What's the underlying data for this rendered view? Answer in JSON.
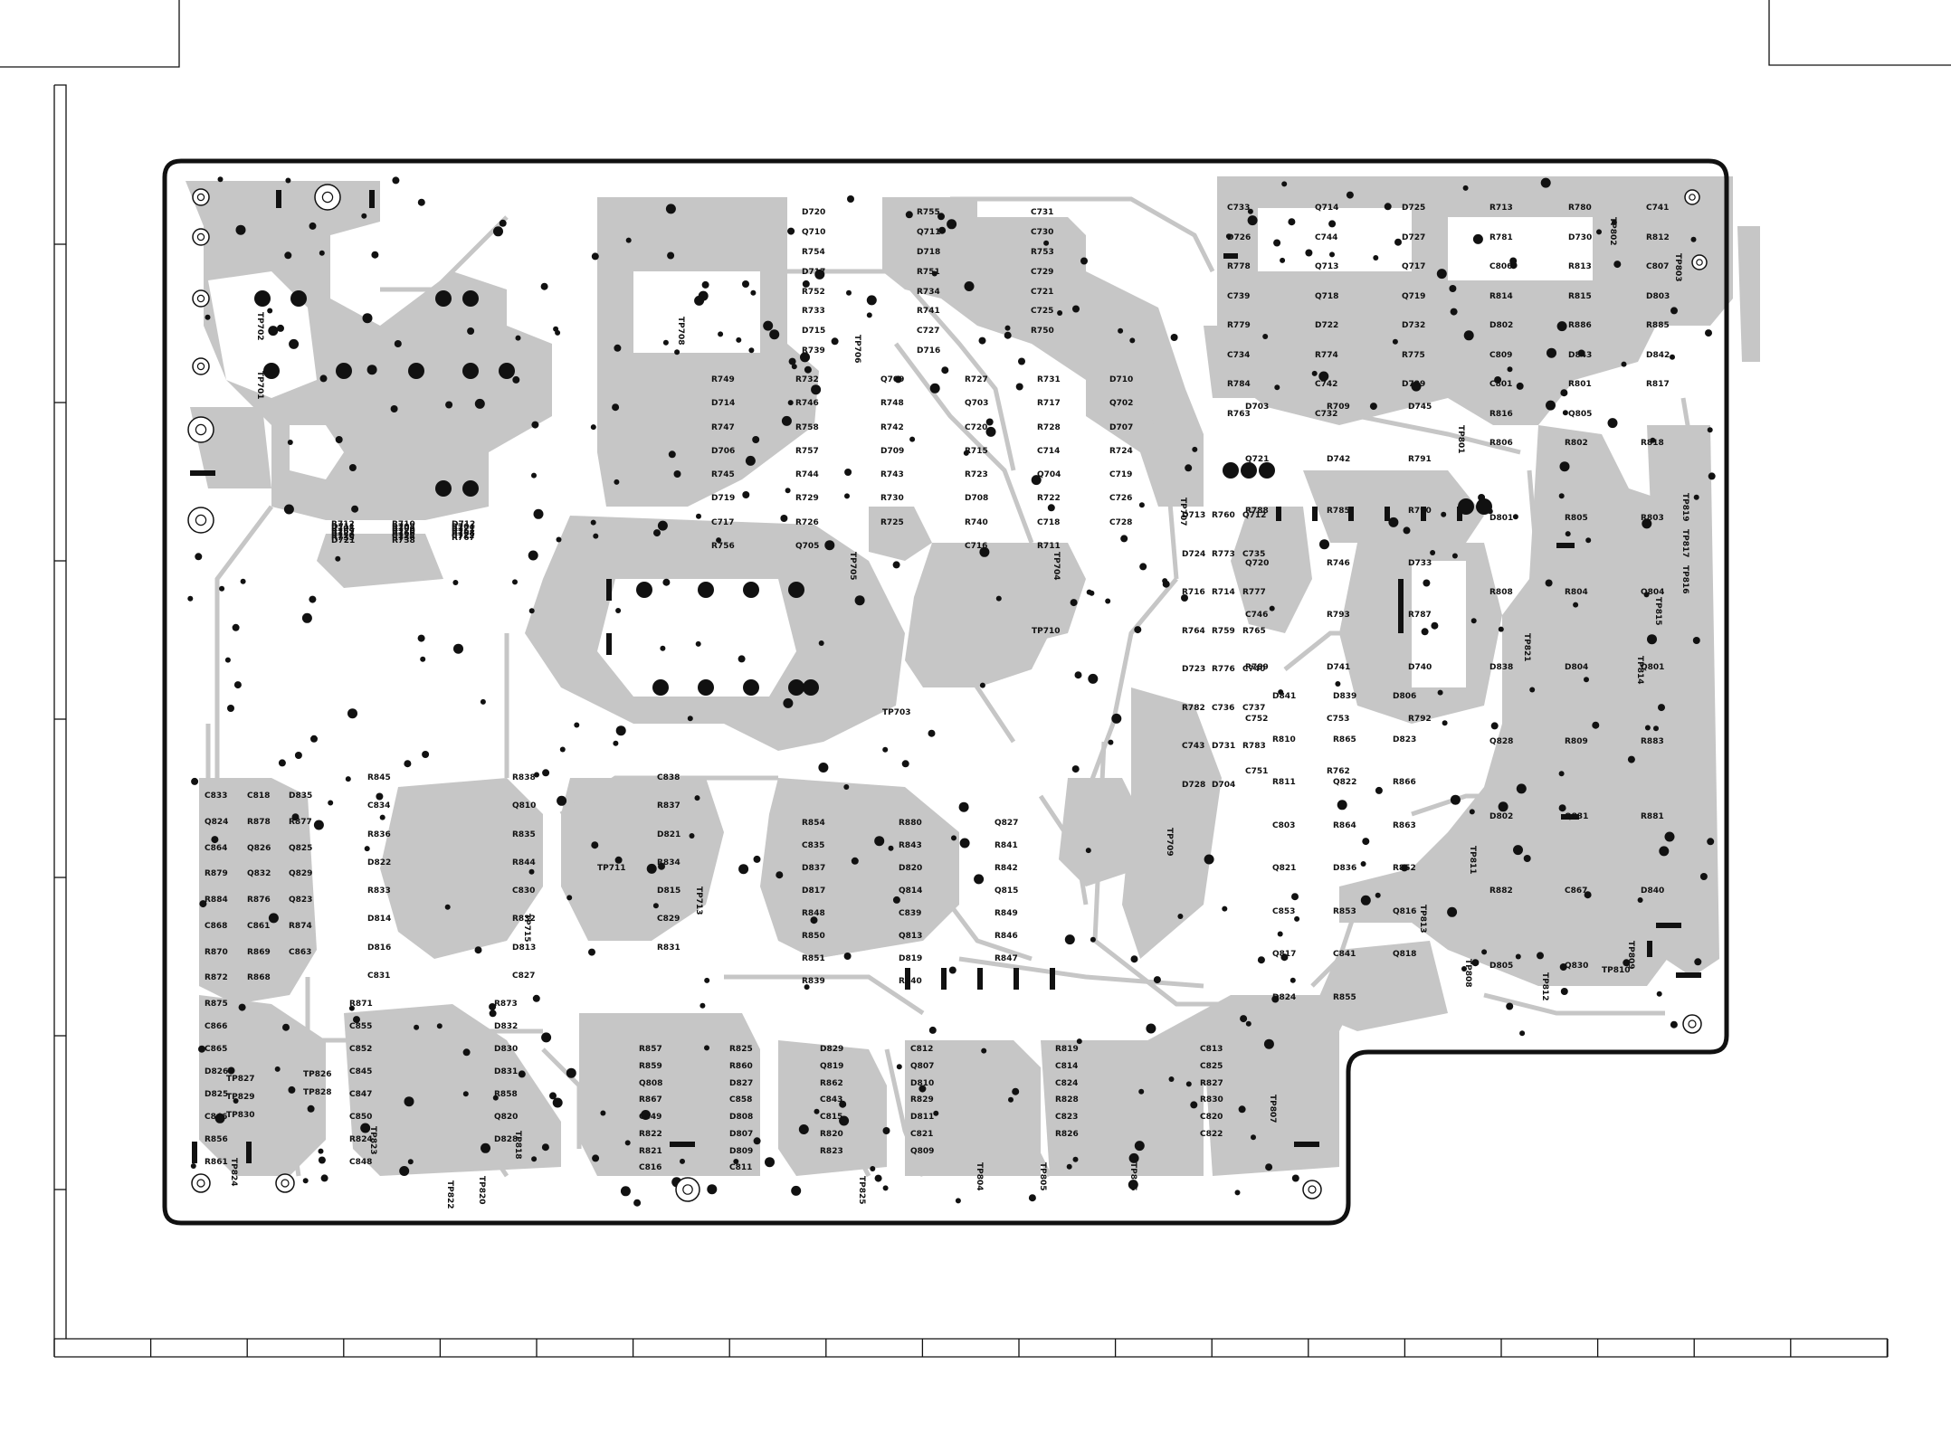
{
  "theme": {
    "copper": "#c6c6c6",
    "pad": "#111111",
    "outline": "#111111",
    "paper": "#ffffff"
  },
  "test_points": {
    "TP702": "TP702",
    "TP701": "TP701",
    "TP708": "TP708",
    "TP706": "TP706",
    "TP705": "TP705",
    "TP704": "TP704",
    "TP707": "TP707",
    "TP710": "TP710",
    "TP703": "TP703",
    "TP709": "TP709",
    "TP711": "TP711",
    "TP713": "TP713",
    "TP715": "TP715",
    "TP802": "TP802",
    "TP803": "TP803",
    "TP801": "TP801",
    "TP819": "TP819",
    "TP817": "TP817",
    "TP816": "TP816",
    "TP815": "TP815",
    "TP814": "TP814",
    "TP821": "TP821",
    "TP811": "TP811",
    "TP813": "TP813",
    "TP809": "TP809",
    "TP808": "TP808",
    "TP812": "TP812",
    "TP810": "TP810",
    "TP807": "TP807",
    "TP806": "TP806",
    "TP805": "TP805",
    "TP804": "TP804",
    "TP825": "TP825",
    "TP818": "TP818",
    "TP820": "TP820",
    "TP822": "TP822",
    "TP823": "TP823",
    "TP824": "TP824",
    "TP826": "TP826",
    "TP827": "TP827",
    "TP828": "TP828",
    "TP829": "TP829",
    "TP830": "TP830"
  },
  "labels": [
    "D720",
    "R755",
    "C731",
    "Q710",
    "Q711",
    "C730",
    "R754",
    "D718",
    "R753",
    "D717",
    "R751",
    "C729",
    "R752",
    "R734",
    "C721",
    "R733",
    "R741",
    "C725",
    "D715",
    "C727",
    "R750",
    "R739",
    "D716",
    "R749",
    "R732",
    "Q709",
    "D714",
    "R746",
    "R748",
    "R747",
    "R758",
    "R742",
    "D706",
    "R757",
    "D709",
    "R745",
    "R744",
    "R743",
    "D719",
    "R729",
    "R730",
    "C717",
    "R726",
    "R725",
    "R756",
    "Q705",
    "R727",
    "R731",
    "D710",
    "Q703",
    "R717",
    "Q702",
    "C720",
    "R728",
    "D707",
    "R715",
    "C714",
    "R724",
    "R723",
    "Q704",
    "C719",
    "D708",
    "R722",
    "C726",
    "R740",
    "C718",
    "C728",
    "C716",
    "R711",
    "R712",
    "R710",
    "D712",
    "D711",
    "R703",
    "R704",
    "R705",
    "R706",
    "R771",
    "R769",
    "R770",
    "R761",
    "R721",
    "R766",
    "R768",
    "R720",
    "C725",
    "C722",
    "R735",
    "R736",
    "R767",
    "D721",
    "R738",
    "D713",
    "R760",
    "Q712",
    "D724",
    "R773",
    "C735",
    "R716",
    "R714",
    "R777",
    "R764",
    "R759",
    "R765",
    "D723",
    "R776",
    "C740",
    "R782",
    "C736",
    "C737",
    "C743",
    "D731",
    "R783",
    "D728",
    "D704",
    "D703",
    "R709",
    "D745",
    "Q721",
    "D742",
    "R791",
    "R788",
    "R785",
    "R790",
    "Q720",
    "R746",
    "D733",
    "C746",
    "R793",
    "R787",
    "R789",
    "D741",
    "D740",
    "C752",
    "C753",
    "R792",
    "C751",
    "R762",
    "C733",
    "Q714",
    "D725",
    "D726",
    "C744",
    "D727",
    "R778",
    "Q713",
    "Q717",
    "C739",
    "Q718",
    "Q719",
    "R779",
    "D722",
    "D732",
    "C734",
    "R774",
    "R775",
    "R784",
    "C742",
    "D729",
    "R763",
    "C732",
    "R713",
    "R780",
    "C741",
    "R781",
    "D730",
    "R812",
    "C806",
    "R813",
    "C807",
    "R814",
    "R815",
    "D803",
    "D802",
    "R886",
    "R885",
    "C809",
    "D843",
    "D842",
    "C801",
    "R801",
    "R817",
    "R816",
    "Q805",
    "R806",
    "R802",
    "R818",
    "D801",
    "R805",
    "R803",
    "R808",
    "R804",
    "Q804",
    "D838",
    "D804",
    "Q801",
    "Q828",
    "R809",
    "R883",
    "D802",
    "Q831",
    "R881",
    "R882",
    "C867",
    "D840",
    "D805",
    "Q830",
    "D841",
    "D839",
    "D806",
    "R810",
    "R865",
    "D823",
    "R811",
    "Q822",
    "R866",
    "C803",
    "R864",
    "R863",
    "Q821",
    "D836",
    "R852",
    "C853",
    "R853",
    "Q816",
    "Q817",
    "C841",
    "Q818",
    "D824",
    "R855",
    "R854",
    "R880",
    "Q827",
    "C835",
    "R843",
    "R841",
    "D837",
    "D820",
    "R842",
    "D817",
    "Q814",
    "Q815",
    "R848",
    "C839",
    "R849",
    "R850",
    "Q813",
    "R846",
    "R851",
    "D819",
    "R847",
    "R839",
    "R840",
    "R845",
    "R838",
    "C838",
    "C834",
    "Q810",
    "R837",
    "R836",
    "R835",
    "D821",
    "D822",
    "R844",
    "R834",
    "R833",
    "C830",
    "D815",
    "D814",
    "R832",
    "C829",
    "D816",
    "D813",
    "R831",
    "C831",
    "C827",
    "C833",
    "C818",
    "D835",
    "Q824",
    "R878",
    "R877",
    "C864",
    "Q826",
    "Q825",
    "R879",
    "Q832",
    "Q829",
    "R884",
    "R876",
    "Q823",
    "C868",
    "C861",
    "R874",
    "R870",
    "R869",
    "C863",
    "R872",
    "R868",
    "R875",
    "R871",
    "R873",
    "C866",
    "C855",
    "D832",
    "C865",
    "C852",
    "D830",
    "D826",
    "C845",
    "D831",
    "D825",
    "C847",
    "R858",
    "C846",
    "C850",
    "Q820",
    "R856",
    "R824",
    "D828",
    "R861",
    "C848",
    "R857",
    "R825",
    "D829",
    "R859",
    "R860",
    "Q819",
    "Q808",
    "D827",
    "R862",
    "R867",
    "C858",
    "C843",
    "C849",
    "D808",
    "C815",
    "R822",
    "D807",
    "R820",
    "R821",
    "D809",
    "R823",
    "C816",
    "C811",
    "C812",
    "R819",
    "C813",
    "Q807",
    "C814",
    "C825",
    "D810",
    "C824",
    "R827",
    "R829",
    "R828",
    "R830",
    "D811",
    "C823",
    "C820",
    "C821",
    "R826",
    "C822",
    "Q809"
  ]
}
